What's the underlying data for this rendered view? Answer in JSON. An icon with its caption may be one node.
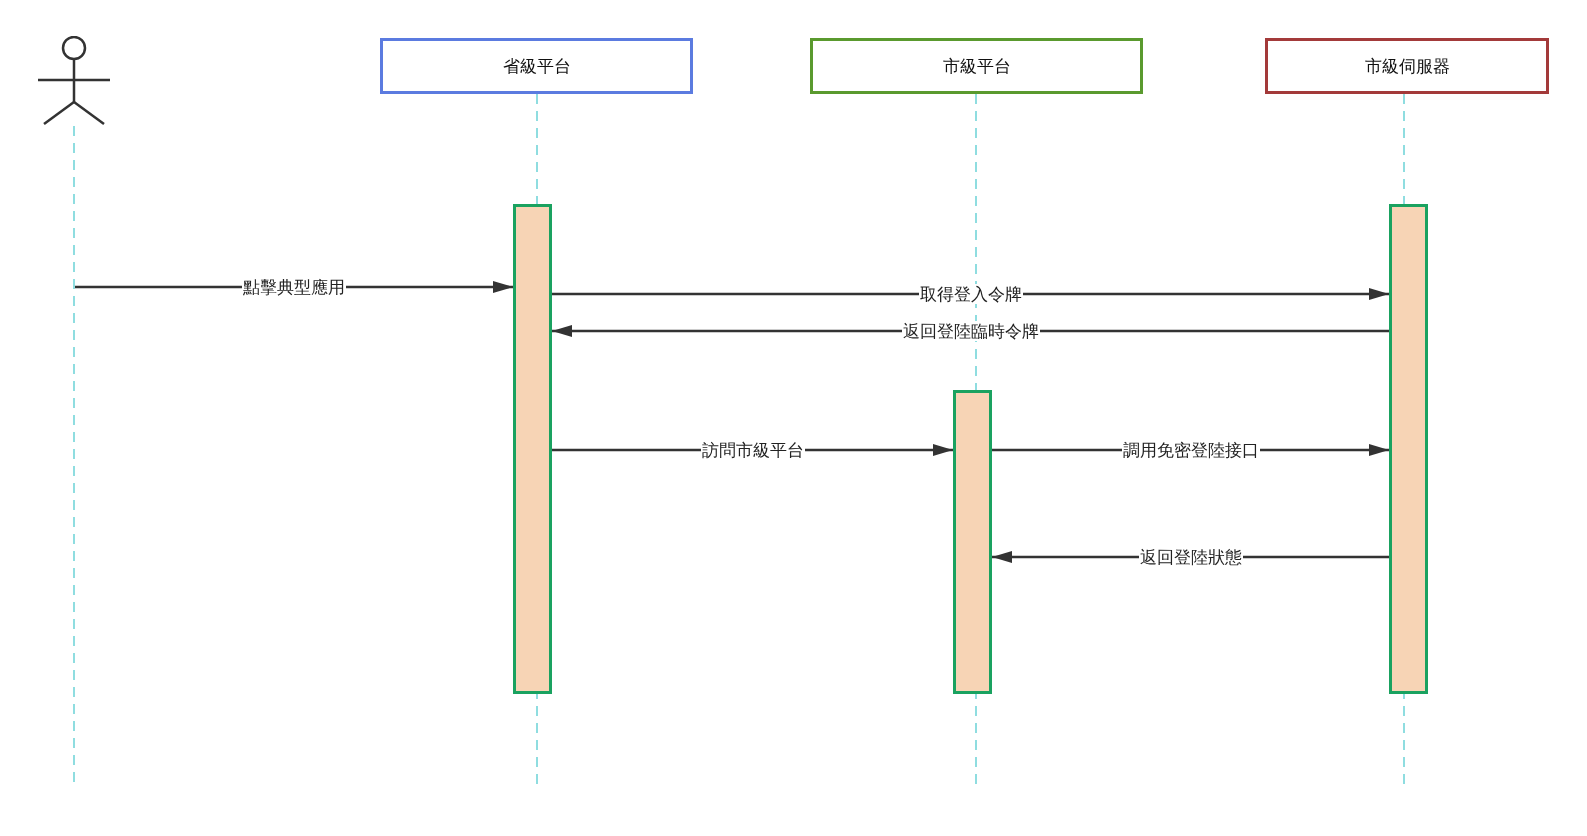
{
  "diagram": {
    "nodes": [
      {
        "text": [],
        "shape": "person"
      },
      {
        "text": [
          "省級平台"
        ]
      },
      {
        "text": [
          "市級平台"
        ]
      },
      {
        "text": [
          "市級伺服器"
        ]
      },
      {
        "text": [],
        "shape": "bar"
      },
      {
        "text": [],
        "shape": "bar"
      },
      {
        "text": [],
        "shape": "bar"
      }
    ],
    "edges": [
      {
        "from": 0,
        "to": 4,
        "arrow": "to",
        "label": "點擊典型應用"
      },
      {
        "from": 4,
        "to": 6,
        "arrow": "to",
        "label": "取得登入令牌"
      },
      {
        "from": 6,
        "to": 4,
        "arrow": "to",
        "label": "返回登陸臨時令牌"
      },
      {
        "from": 4,
        "to": 5,
        "arrow": "to",
        "label": "訪問市級平台"
      },
      {
        "from": 5,
        "to": 6,
        "arrow": "to",
        "label": "調用免密登陸接口"
      },
      {
        "from": 6,
        "to": 5,
        "arrow": "to",
        "label": "返回登陸狀態"
      }
    ]
  }
}
